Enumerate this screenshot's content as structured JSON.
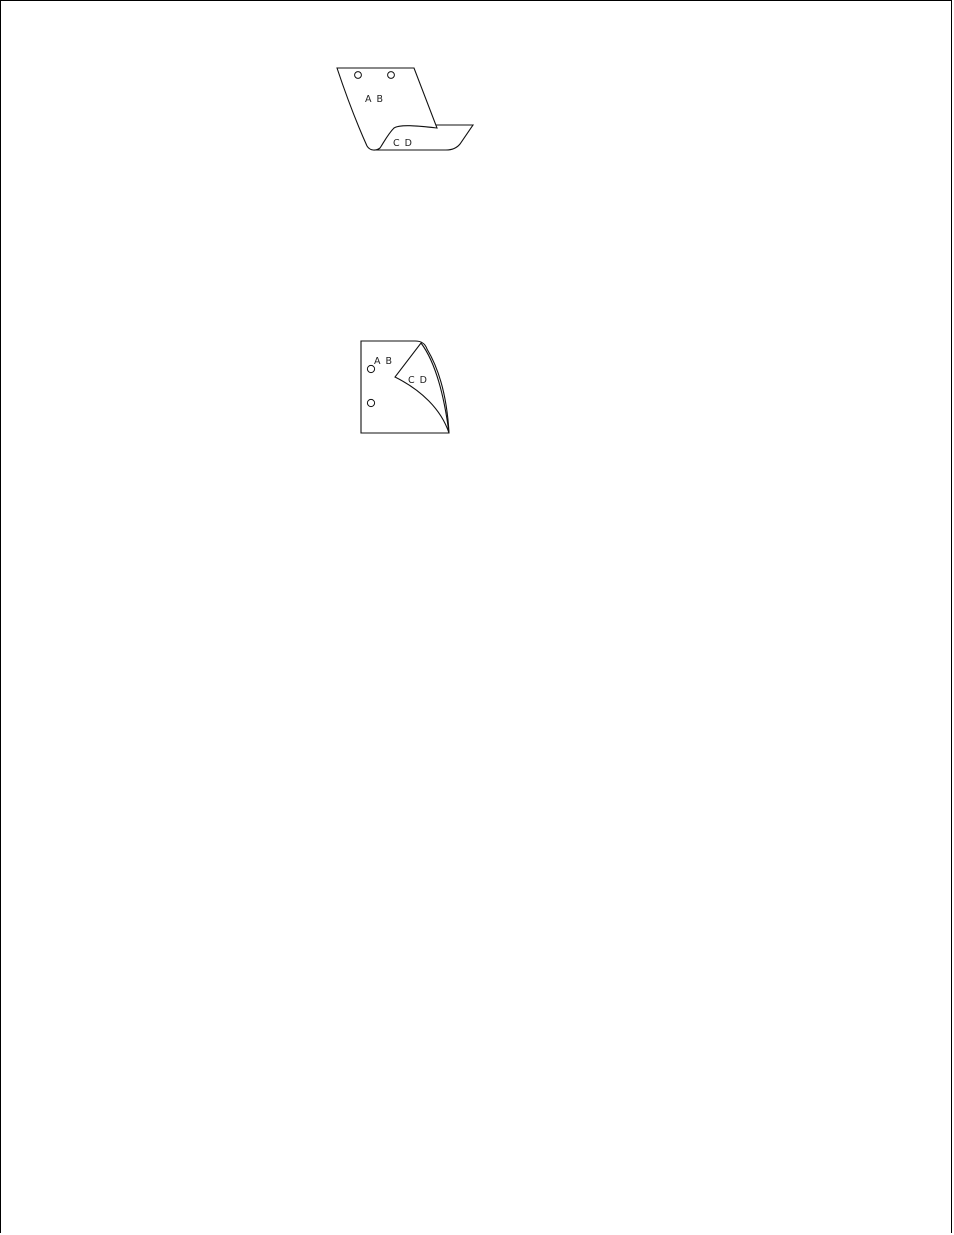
{
  "page": {
    "figures": [
      {
        "name": "binding-long-edge-figure",
        "front_label": "A B",
        "back_label": "C D"
      },
      {
        "name": "binding-short-edge-figure",
        "front_label": "A B",
        "back_label": "C D"
      }
    ]
  }
}
